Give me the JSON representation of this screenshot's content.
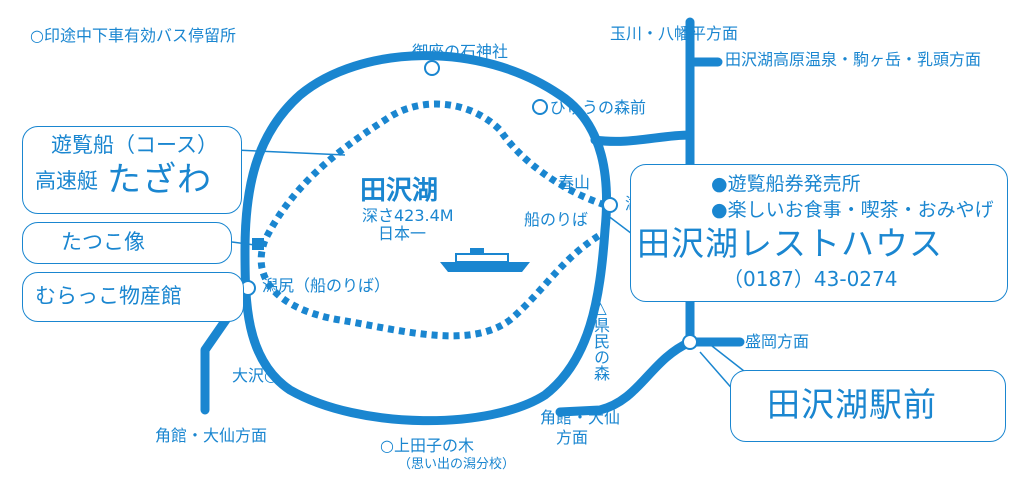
{
  "legend": "○印途中下車有効バス停留所",
  "lake": {
    "name": "田沢湖",
    "depth": "深さ423.4M",
    "rank": "日本一"
  },
  "stops": {
    "gozanoishi": "御座の石神社",
    "byuunomori": "びゅうの森前",
    "haruyama": "春山",
    "pier_east": "船のりば",
    "kohan": "湖畔",
    "katajiri": "潟尻（船のりば）",
    "osawa": "大沢",
    "kamitagonoki": "上田子の木",
    "kamitagonoki_sub": "（思い出の潟分校）",
    "kenmin_mori": "△県民の森"
  },
  "directions": {
    "tamagawa": "玉川・八幡平方面",
    "kogen": "田沢湖高原温泉・駒ヶ岳・乳頭方面",
    "morioka": "盛岡方面",
    "kakunodate_sw": "角館・大仙方面",
    "kakunodate_s1": "角館・大仙",
    "kakunodate_s2": "方面"
  },
  "boxes": {
    "cruise_line1": "遊覧船（コース）",
    "cruise_line2_prefix": "高速艇",
    "cruise_line2_name": "たざわ",
    "tatsuko": "たつこ像",
    "murakko": "むらっこ物産館",
    "resthouse_item1": "●遊覧船券発売所",
    "resthouse_item2": "●楽しいお食事・喫茶・おみやげ",
    "resthouse_name": "田沢湖レストハウス",
    "resthouse_phone": "（0187）43-0274",
    "station": "田沢湖駅前"
  },
  "colors": {
    "accent": "#1a86d0",
    "background": "#ffffff"
  }
}
